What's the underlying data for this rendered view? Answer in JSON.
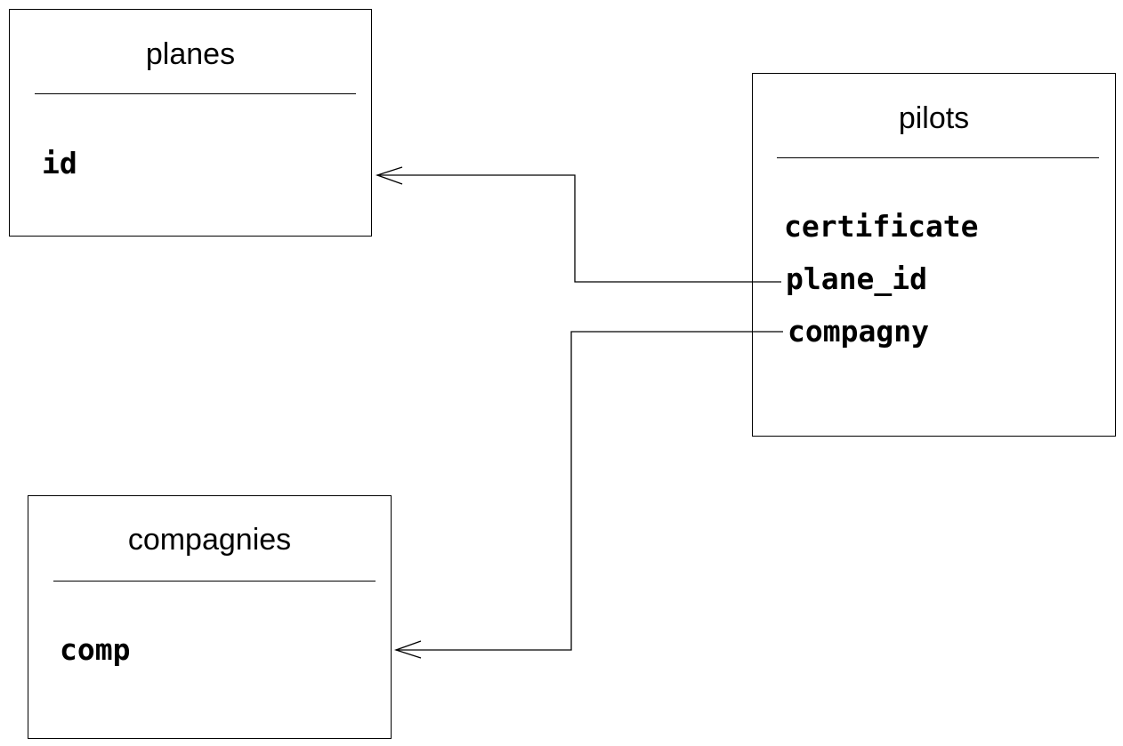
{
  "tables": {
    "planes": {
      "title": "planes",
      "fields": [
        "id"
      ]
    },
    "pilots": {
      "title": "pilots",
      "fields": [
        "certificate",
        "plane_id",
        "compagny"
      ]
    },
    "compagnies": {
      "title": "compagnies",
      "fields": [
        "comp"
      ]
    }
  },
  "relations": [
    {
      "from_table": "pilots",
      "from_field": "plane_id",
      "to_table": "planes",
      "to_field": "id"
    },
    {
      "from_table": "pilots",
      "from_field": "compagny",
      "to_table": "compagnies",
      "to_field": "comp"
    }
  ],
  "colors": {
    "line": "#000000",
    "background": "#ffffff"
  }
}
